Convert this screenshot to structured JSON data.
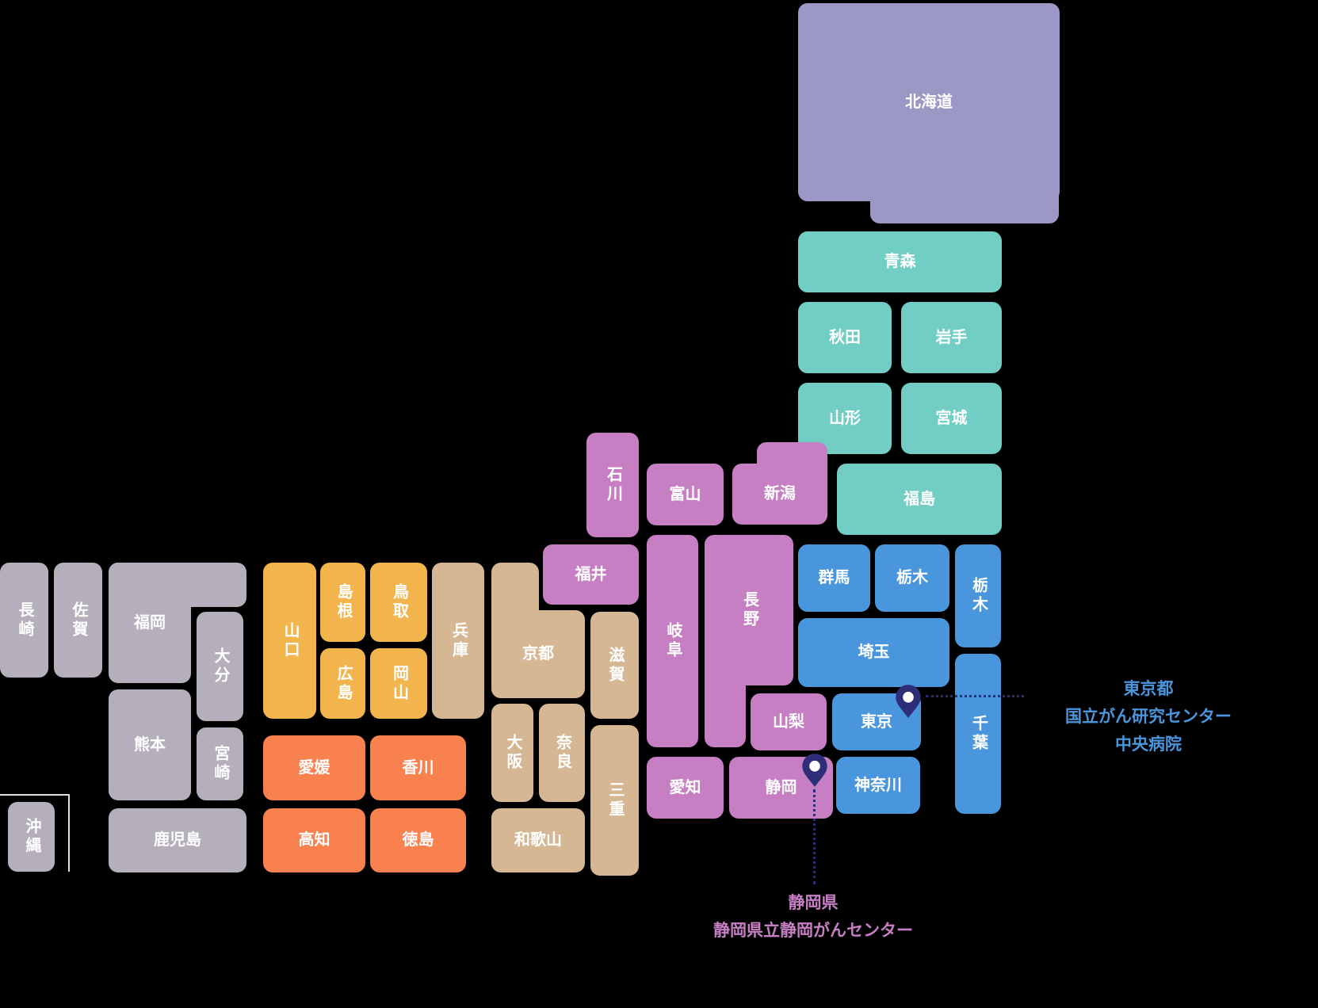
{
  "colors": {
    "background": "#000000",
    "tile_text": "#ffffff",
    "hokkaido": "#9b98c6",
    "tohoku": "#72cec5",
    "kanto": "#4a96dd",
    "chubu": "#c77fc4",
    "kansai": "#d6b794",
    "chugoku": "#f2b54d",
    "shikoku": "#f8814f",
    "kyushu": "#b5afbb",
    "pin_color": "#2e2e78",
    "annotation_tokyo": "#4a96dd",
    "annotation_shizuoka": "#c77fc4",
    "inset_line": "#e0e0e0"
  },
  "prefectures": {
    "hokkaido": "北海道",
    "aomori": "青森",
    "akita": "秋田",
    "iwate": "岩手",
    "yamagata": "山形",
    "miyagi": "宮城",
    "fukushima": "福島",
    "ishikawa": "石川",
    "toyama": "富山",
    "niigata": "新潟",
    "fukui": "福井",
    "gifu": "岐阜",
    "nagano": "長野",
    "yamanashi": "山梨",
    "aichi": "愛知",
    "shizuoka": "静岡",
    "gunma": "群馬",
    "tochigi": "栃木",
    "tochigi2": "栃木",
    "saitama": "埼玉",
    "tokyo": "東京",
    "chiba": "千葉",
    "kanagawa": "神奈川",
    "hyogo": "兵庫",
    "kyoto": "京都",
    "shiga": "滋賀",
    "osaka": "大阪",
    "nara": "奈良",
    "mie": "三重",
    "wakayama": "和歌山",
    "yamaguchi": "山口",
    "shimane": "島根",
    "tottori": "鳥取",
    "hiroshima": "広島",
    "okayama": "岡山",
    "ehime": "愛媛",
    "kagawa": "香川",
    "kochi": "高知",
    "tokushima": "徳島",
    "nagasaki": "長崎",
    "saga": "佐賀",
    "fukuoka": "福岡",
    "oita": "大分",
    "kumamoto": "熊本",
    "miyazaki": "宮崎",
    "kagoshima": "鹿児島",
    "okinawa": "沖縄"
  },
  "annotations": {
    "tokyo": {
      "region": "東京都",
      "facility_line1": "国立がん研究センター",
      "facility_line2": "中央病院"
    },
    "shizuoka": {
      "region": "静岡県",
      "facility": "静岡県立静岡がんセンター"
    }
  }
}
